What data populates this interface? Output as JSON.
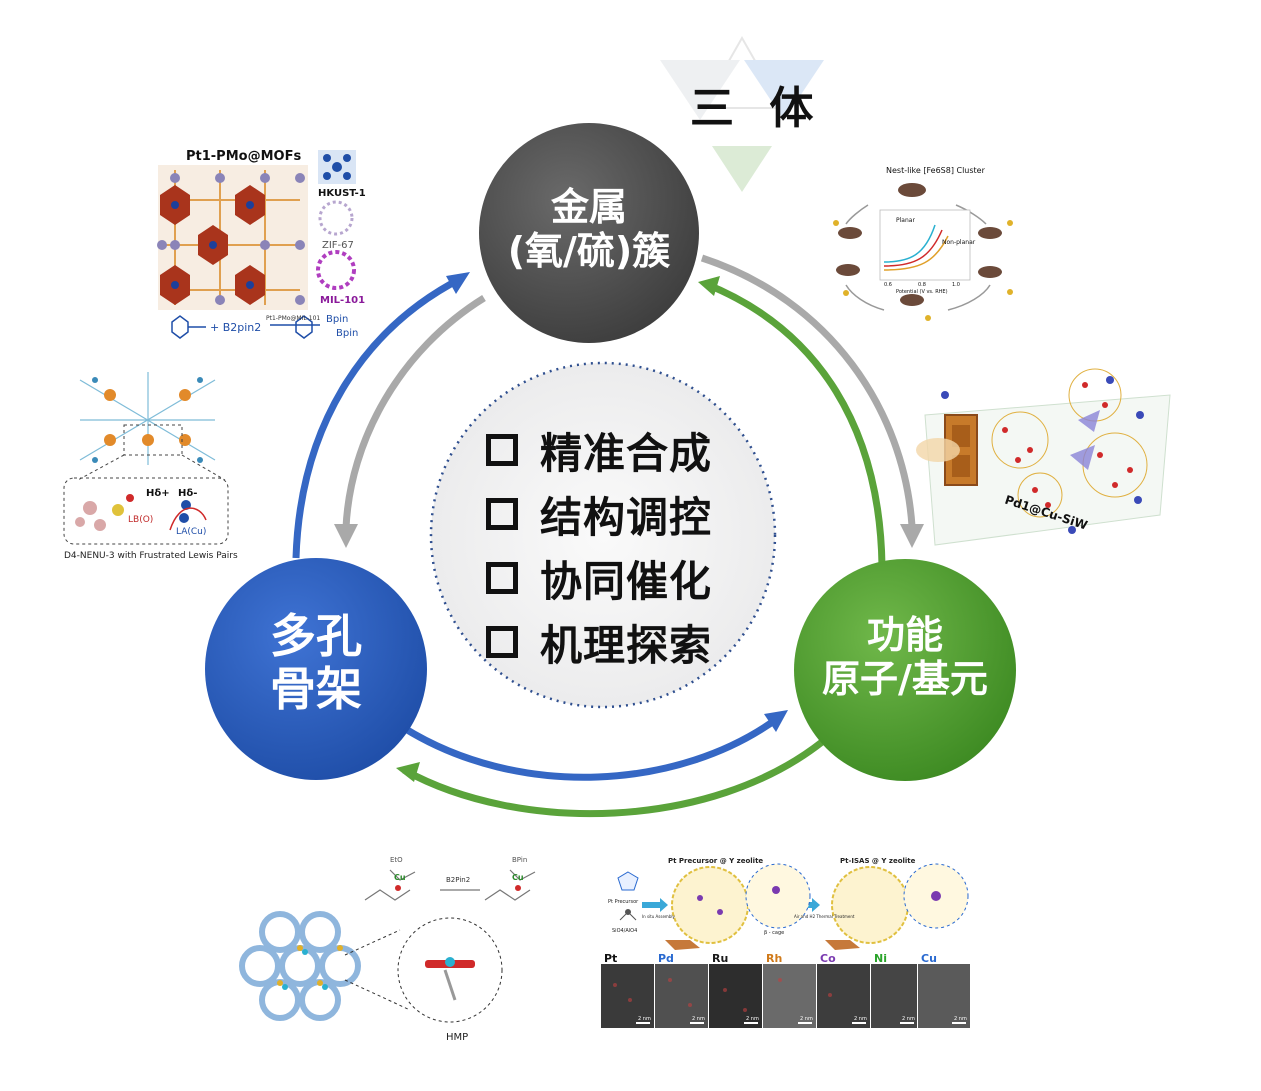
{
  "title": "三 体",
  "nodes": {
    "top": {
      "line1": "金属",
      "line2": "(氧/硫)簇",
      "color": "#4d4d4d"
    },
    "left": {
      "line1": "多孔",
      "line2": "骨架",
      "color": "#2c5fbf"
    },
    "right": {
      "line1": "功能",
      "line2": "原子/基元",
      "color": "#5aa33a"
    }
  },
  "center_items": [
    "精准合成",
    "结构调控",
    "协同催化",
    "机理探索"
  ],
  "figures": {
    "top_left": {
      "title": "Pt1-PMo@MOFs",
      "mofs": [
        "HKUST-1",
        "ZIF-67",
        "MIL-101"
      ],
      "reaction": "+ B2pin2",
      "product": [
        "Bpin",
        "Bpin"
      ],
      "catalyst": "Pt1-PMo@MIL-101"
    },
    "left": {
      "caption": "D4-NENU-3 with Frustrated Lewis Pairs",
      "labels": [
        "Hδ+",
        "Hδ-",
        "LB(O)",
        "LA(Cu)"
      ]
    },
    "top_right": {
      "title": "Nest-like [Fe6S8] Cluster",
      "labels": [
        "Planar",
        "Non-planar"
      ],
      "xlabel": "Potential (V vs. RHE)",
      "ticks": [
        "0.6",
        "0.8",
        "1.0"
      ]
    },
    "right": {
      "caption": "Pd1@Cu-SiW"
    },
    "bottom_left": {
      "caption": "HMP",
      "labels": [
        "EtO",
        "B2Pin2",
        "BPin",
        "Cu",
        "Cu"
      ]
    },
    "bottom_right": {
      "title1": "Pt Precursor @ Y zeolite",
      "title2": "Pt-ISAS @ Y zeolite",
      "labels": [
        "Pt Precursor",
        "SiO4/AlO4",
        "In situ Assembly",
        "Air and H2 Thermal Treatment",
        "β - cage"
      ],
      "elements": [
        "Pt",
        "Pd",
        "Ru",
        "Rh",
        "Co",
        "Ni",
        "Cu"
      ],
      "element_colors": [
        "#111111",
        "#2a6ad0",
        "#1a1a1a",
        "#d07a1a",
        "#7a3ab0",
        "#2aa32a",
        "#2a6ad0"
      ],
      "scale": "2 nm"
    }
  }
}
